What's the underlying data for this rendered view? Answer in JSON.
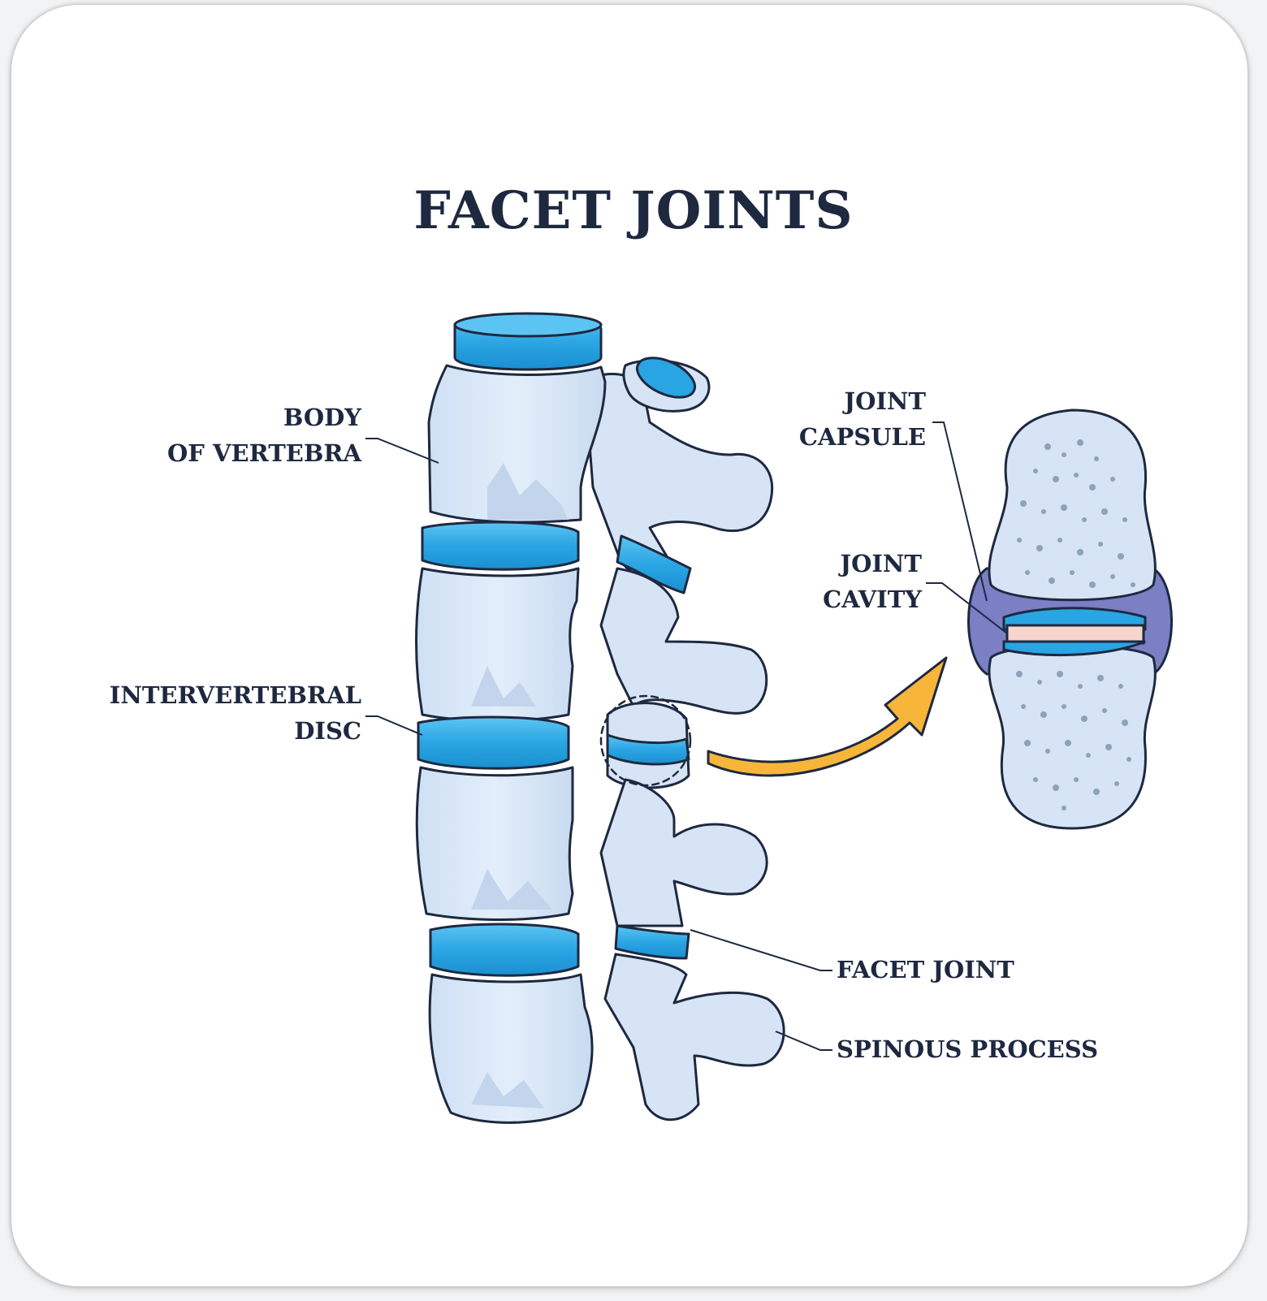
{
  "title": "FACET JOINTS",
  "labels": {
    "body_of_vertebra": [
      "BODY",
      "OF VERTEBRA"
    ],
    "intervertebral_disc": [
      "INTERVERTEBRAL",
      "DISC"
    ],
    "joint_capsule": [
      "JOINT",
      "CAPSULE"
    ],
    "joint_cavity": [
      "JOINT",
      "CAVITY"
    ],
    "facet_joint": "FACET JOINT",
    "spinous_process": "SPINOUS PROCESS"
  },
  "colors": {
    "bone": "#dce8f7",
    "bone_shadow": "#c3d5ec",
    "disc": "#2aa5e3",
    "disc_light": "#5cc4f2",
    "outline": "#1e2940",
    "capsule": "#7b7fc4",
    "cartilage": "#f6d5cf",
    "arrow": "#f7b63a",
    "pores": "#8da3ba"
  },
  "icons": {
    "arrow": "curved-arrow-icon",
    "magnifier": "dashed-circle-highlight"
  }
}
